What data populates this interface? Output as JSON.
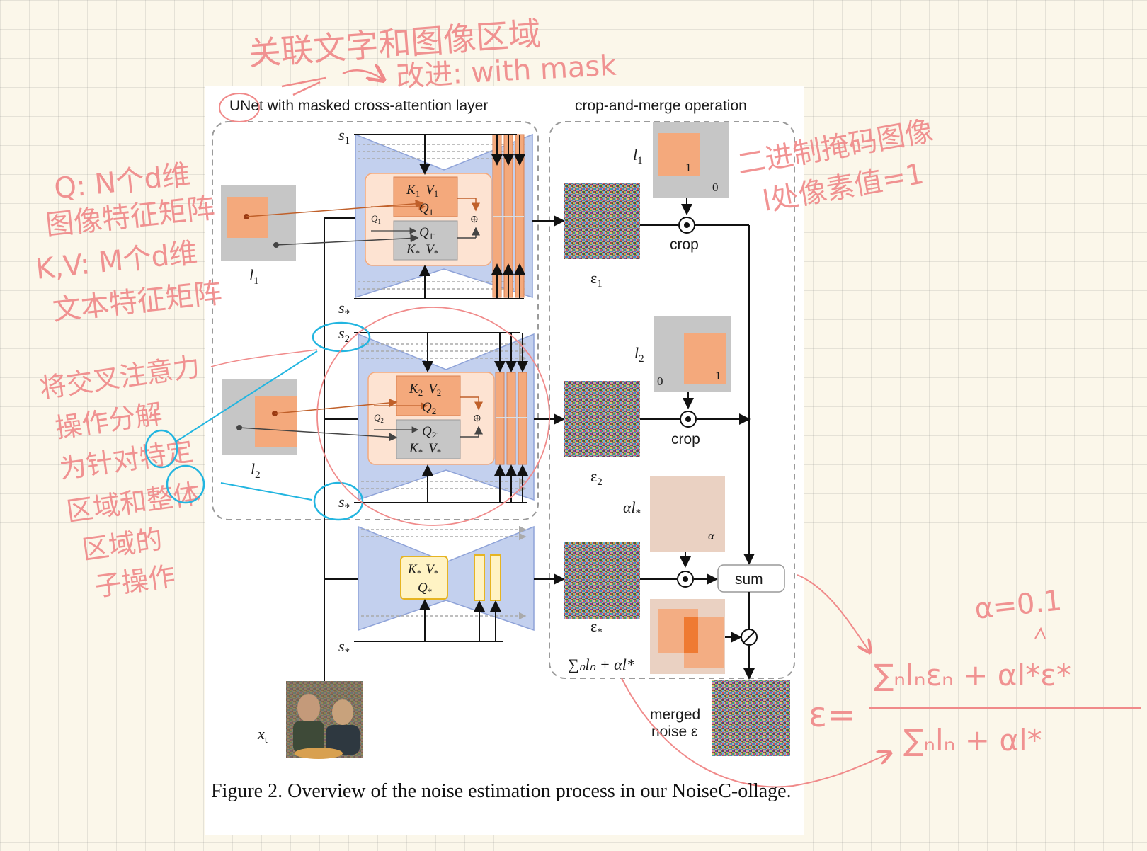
{
  "figure": {
    "unet_title": "UNet with masked cross-attention layer",
    "crop_title": "crop-and-merge operation",
    "caption": "Figure 2. Overview of the noise estimation process in our NoiseC-ollage."
  },
  "unet": {
    "branch1": {
      "s_top": "s",
      "s_top_sub": "1",
      "k": "K",
      "v": "V",
      "q": "Q",
      "idx": "1",
      "q_gray": "Q",
      "q_gray_sub": "1̄",
      "k_star": "K",
      "v_star": "V",
      "star": "*",
      "s_bottom": "s",
      "s_bottom_sub": "*"
    },
    "branch2": {
      "s_top": "s",
      "s_top_sub": "2",
      "k": "K",
      "v": "V",
      "q": "Q",
      "idx": "2",
      "q_gray": "Q",
      "q_gray_sub": "2̄",
      "k_star": "K",
      "v_star": "V",
      "star": "*",
      "s_bottom": "s",
      "s_bottom_sub": "*"
    },
    "branch3": {
      "k": "K",
      "v": "V",
      "q": "Q",
      "star": "*",
      "s_bottom": "s",
      "s_bottom_sub": "*"
    },
    "layout_labels": {
      "l1": "l",
      "l1_sub": "1",
      "l2": "l",
      "l2_sub": "2",
      "xt": "x",
      "xt_sub": "t"
    },
    "oplus": "⊕"
  },
  "crop_merge": {
    "mask1": {
      "label": "l",
      "sub": "1",
      "inside": "1",
      "outside": "0"
    },
    "mask2": {
      "label": "l",
      "sub": "2",
      "inside": "1",
      "outside": "0"
    },
    "alpha_mask": {
      "label": "αl",
      "sub": "*",
      "value": "α"
    },
    "crop1": "crop",
    "crop2": "crop",
    "eps1": "ε",
    "eps1_sub": "1",
    "eps2": "ε",
    "eps2_sub": "2",
    "eps_star": "ε",
    "eps_star_sub": "*",
    "sum_label": "sum",
    "normalizer": "∑ₙlₙ + αl*",
    "merged_line1": "merged",
    "merged_line2": "noise ε",
    "odot": "⊙",
    "divide": "⊘"
  },
  "annotations": {
    "top_line1": "关联文字和图像区域",
    "top_line2": "改进: with mask",
    "left_block": [
      "Q: N个d维",
      "图像特征矩阵",
      "K,V: M个d维",
      "文本特征矩阵"
    ],
    "right_block": [
      "二进制掩码图像",
      "l处像素值=1"
    ],
    "middle_block": [
      "将交叉注意力",
      "操作分解",
      "为针对特定",
      "区域和整体",
      "区域的",
      "子操作"
    ],
    "alpha_note": "α=0.1",
    "formula_lhs": "ε=",
    "formula_num": "∑ₙlₙεₙ + αl*ε*",
    "formula_den": "∑ₙlₙ + αl*"
  },
  "colors": {
    "orange": "#f4a97c",
    "orange_light": "#fde3d2",
    "blue_trap": "#c3d0ee",
    "gray_mask": "#c6c6c6",
    "yellow_box": "#fff3c4",
    "yellow_border": "#e6b422",
    "annotation_red": "#f08a8a",
    "annotation_cyan": "#22b5e0"
  }
}
